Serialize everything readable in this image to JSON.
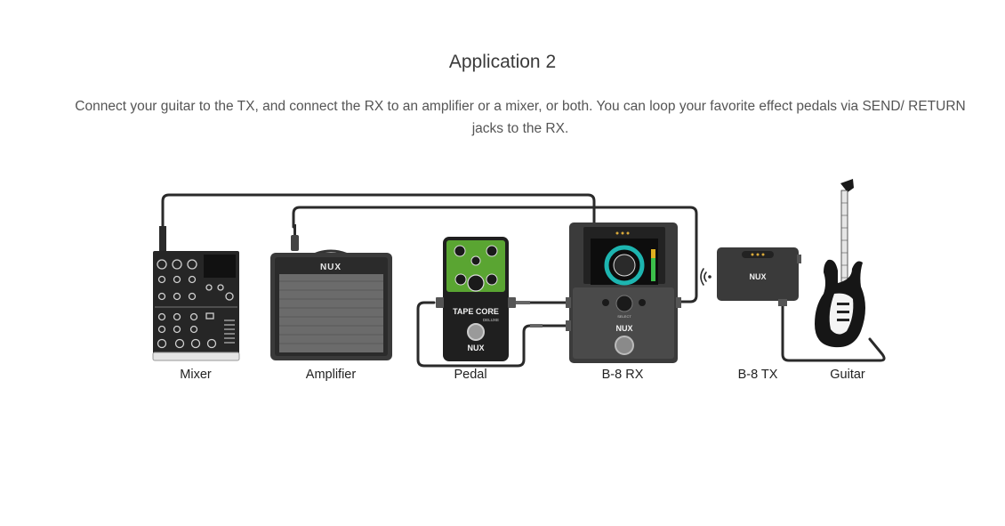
{
  "heading": "Application 2",
  "description": "Connect your guitar to the TX, and connect the RX to an amplifier or a mixer, or both. You can loop your favorite effect pedals via SEND/ RETURN jacks to the RX.",
  "devices": {
    "mixer": "Mixer",
    "amplifier": "Amplifier",
    "pedal": "Pedal",
    "rx": "B-8 RX",
    "tx": "B-8 TX",
    "guitar": "Guitar"
  },
  "branding": {
    "logo": "NUX",
    "pedal_name": "TAPE CORE",
    "pedal_sub": "DELUXE",
    "rx_select": "SELECT"
  },
  "colors": {
    "cable": "#2a2a2a",
    "device_dark": "#3b3b3b",
    "pedal_green": "#5aa532",
    "screen_teal": "#1db5b0"
  }
}
